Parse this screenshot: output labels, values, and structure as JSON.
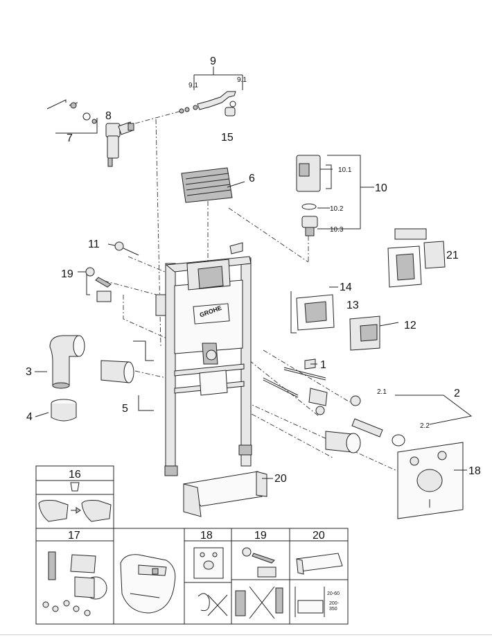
{
  "diagram": {
    "callouts": {
      "c1": "1",
      "c2": "2",
      "c2_1": "2.1",
      "c2_2": "2.2",
      "c3": "3",
      "c4": "4",
      "c5": "5",
      "c6": "6",
      "c7": "7",
      "c8": "8",
      "c9": "9",
      "c9_1a": "9.1",
      "c9_1b": "9.1",
      "c10": "10",
      "c10_1": "10.1",
      "c10_2": "10.2",
      "c10_3": "10.3",
      "c11": "11",
      "c12": "12",
      "c13": "13",
      "c14": "14",
      "c15": "15",
      "c18": "18",
      "c19": "19",
      "c20": "20",
      "c21": "21"
    },
    "brand_logo_text": "GROHE",
    "panels": {
      "p16": "16",
      "p17": "17",
      "p18": "18",
      "p19": "19",
      "p20": "20"
    },
    "dimensions": {
      "d1": "20-60",
      "d2": "200-",
      "d3": "350"
    }
  }
}
